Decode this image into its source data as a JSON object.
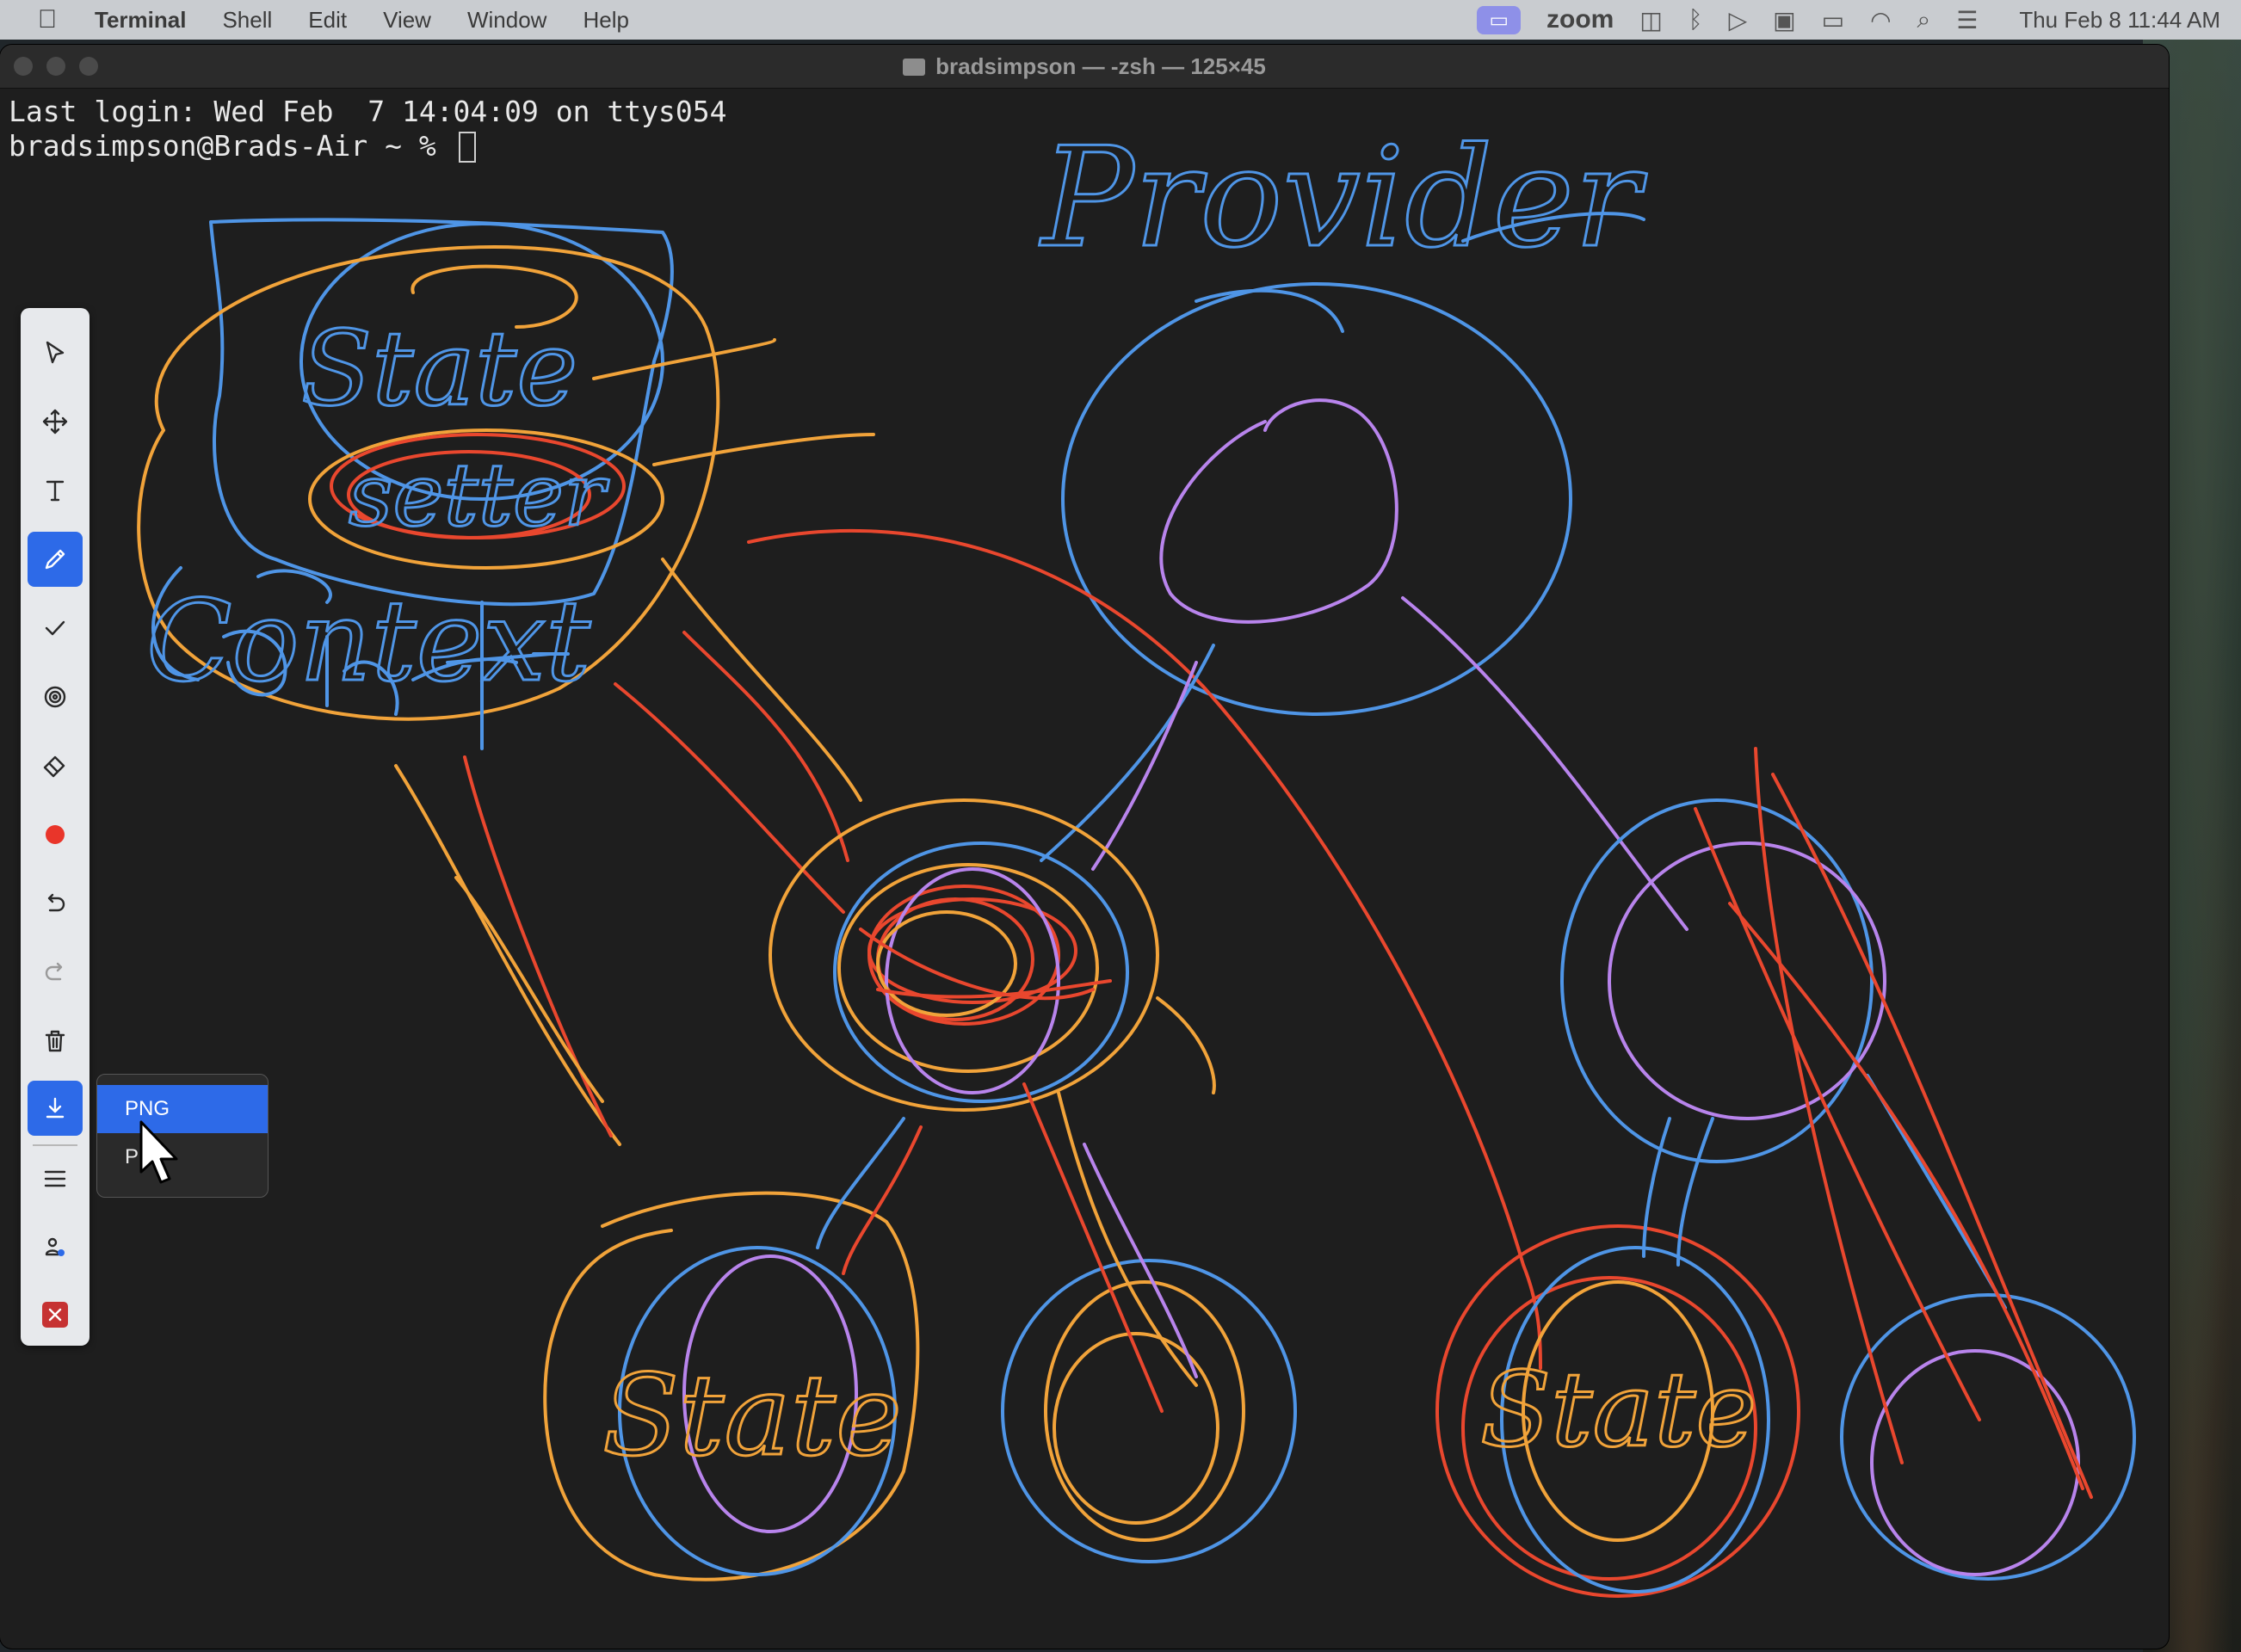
{
  "menubar": {
    "app_name": "Terminal",
    "menus": [
      "Shell",
      "Edit",
      "View",
      "Window",
      "Help"
    ],
    "zoom_label": "zoom",
    "clock": "Thu Feb 8  11:44 AM"
  },
  "window": {
    "title": "bradsimpson — -zsh — 125×45"
  },
  "terminal": {
    "line1": "Last login: Wed Feb  7 14:04:09 on ttys054",
    "prompt": "bradsimpson@Brads-Air ~ % "
  },
  "annotations": {
    "text_labels": [
      "State",
      "setter",
      "Context",
      "Provider",
      "State",
      "State"
    ],
    "colors": {
      "blue": "#4f95e6",
      "orange": "#f1a33a",
      "red": "#e9472e",
      "purple": "#b884ec"
    }
  },
  "toolbar": {
    "tools": [
      "select-arrow-icon",
      "move-icon",
      "text-icon",
      "pen-icon",
      "checkmark-icon",
      "spotlight-icon",
      "eraser-icon",
      "color-red-icon",
      "undo-icon",
      "redo-icon",
      "trash-icon",
      "download-icon",
      "menu-icon",
      "user-icon",
      "close-icon"
    ],
    "active_tool": "pen-icon",
    "selected_color": "#e9352a"
  },
  "export_menu": {
    "options": [
      "PNG",
      "PDF"
    ],
    "visible_second_label": "P",
    "selected": "PNG"
  }
}
